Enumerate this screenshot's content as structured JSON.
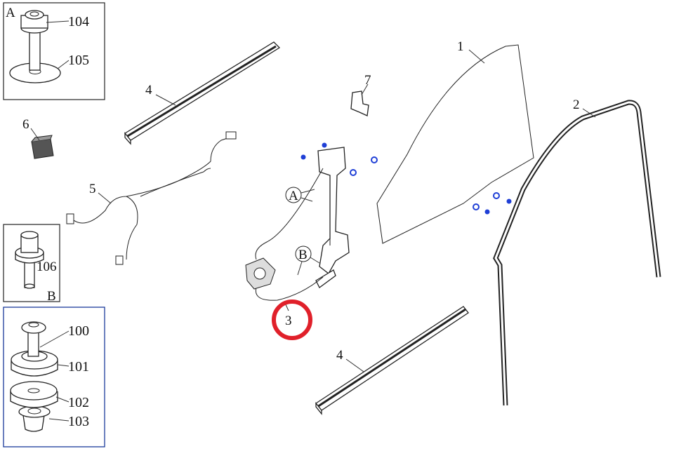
{
  "detail_a": {
    "letter": "A",
    "callouts": [
      "104",
      "105"
    ]
  },
  "detail_b": {
    "letter": "B",
    "callouts": [
      "106"
    ]
  },
  "detail_hardware": {
    "callouts": [
      "100",
      "101",
      "102",
      "103"
    ]
  },
  "main_callouts": {
    "glass": "1",
    "run_channel": "2",
    "regulator": "3",
    "belt_seal_upper": "4",
    "belt_seal_lower": "4",
    "wire_harness": "5",
    "switch": "6",
    "bracket": "7",
    "fastener_group_a": "A",
    "fastener_group_b": "B"
  },
  "colors": {
    "highlight": "#e0202a",
    "fasteners": "#1f3fd6",
    "detail_frame": "#1a3a9a"
  }
}
